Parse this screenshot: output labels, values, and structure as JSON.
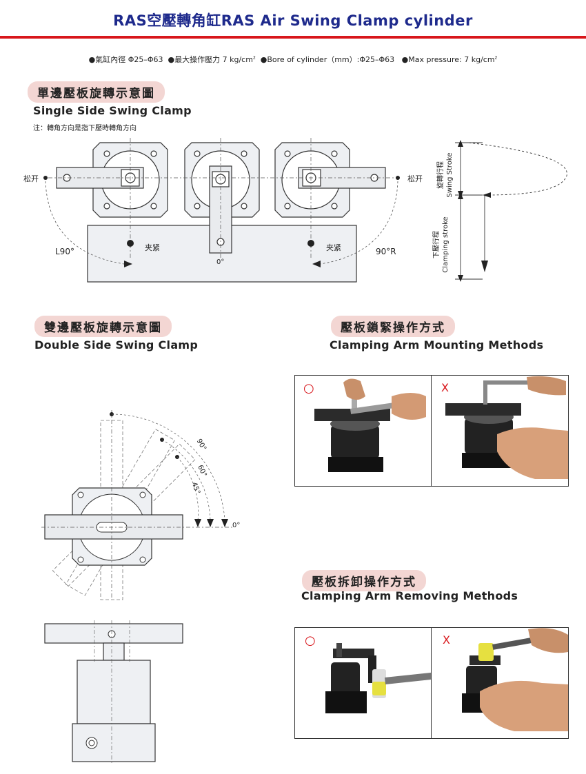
{
  "header": {
    "title": "RAS空壓轉角缸RAS Air Swing Clamp cylinder",
    "specs": [
      "●氣缸內徑 Φ25–Φ63",
      "●最大操作壓力 7 kg/cm",
      "●Bore of cylinder（mm）:Φ25–Φ63",
      "●Max pressure: 7 kg/cm"
    ],
    "accent_color": "#1e2a8c",
    "rule_color": "#d8161b"
  },
  "single": {
    "title_zh": "單邊壓板旋轉示意圖",
    "title_en": "Single Side Swing Clamp",
    "note": "注：轉角方向是指下壓時轉角方向",
    "label_release_left": "松开",
    "label_release_right": "松开",
    "label_clamp_left": "夹紧",
    "label_clamp_right": "夹紧",
    "label_left": "L90°",
    "label_center": "0°",
    "label_right": "90°R",
    "swing_stroke_zh": "旋轉行程",
    "swing_stroke_en": "Swing Stroke",
    "clamp_stroke_zh": "下壓行程",
    "clamp_stroke_en": "Clamping stroke"
  },
  "double": {
    "title_zh": "雙邊壓板旋轉示意圖",
    "title_en": "Double Side Swing Clamp",
    "angle_90": "90°",
    "angle_60": "60°",
    "angle_45": "45°",
    "angle_0": "0°"
  },
  "mounting": {
    "title_zh": "壓板鎖緊操作方式",
    "title_en": "Clamping Arm Mounting Methods",
    "ok_mark": "○",
    "ng_mark": "X"
  },
  "removing": {
    "title_zh": "壓板拆卸操作方式",
    "title_en": "Clamping Arm Removing Methods",
    "ok_mark": "○",
    "ng_mark": "X"
  }
}
